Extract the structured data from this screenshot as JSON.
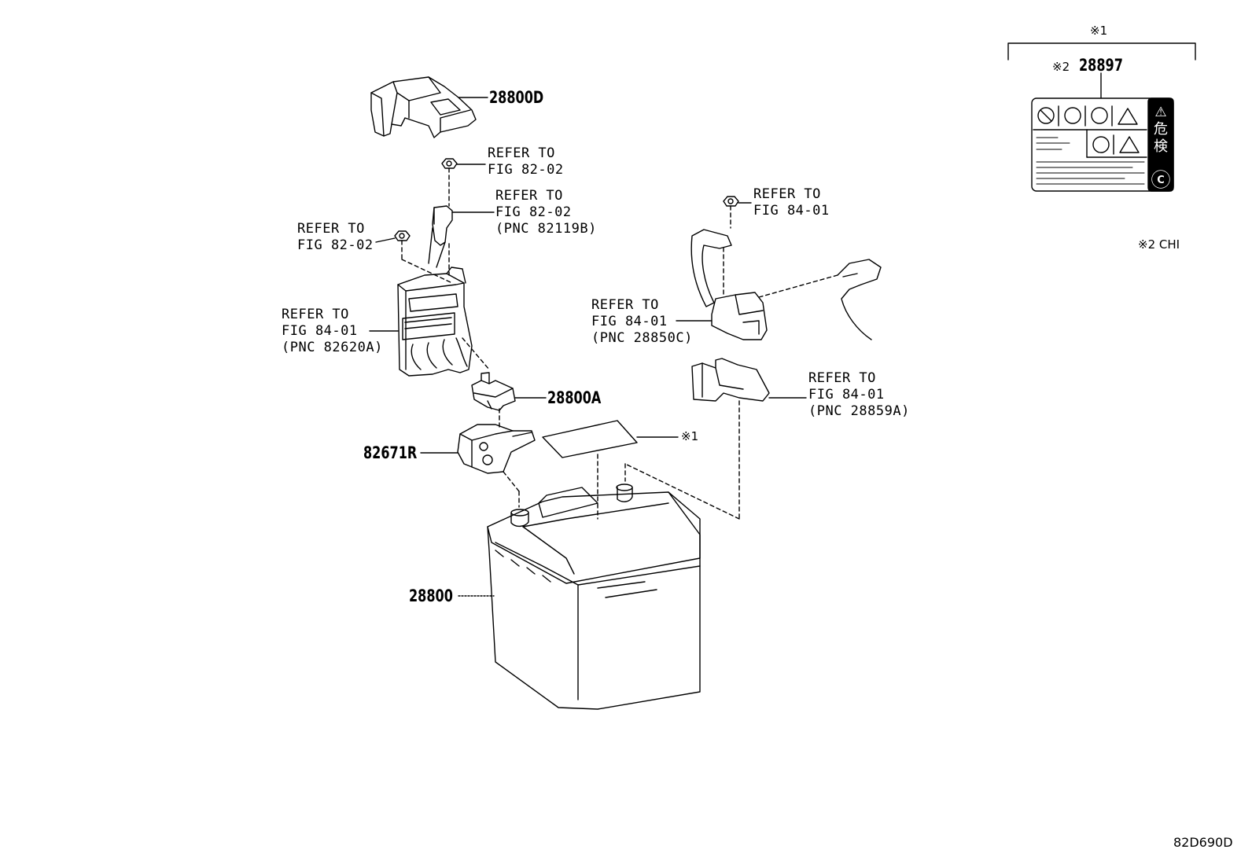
{
  "parts": {
    "p28800D": "28800D",
    "p28800A": "28800A",
    "p82671R": "82671R",
    "p28800": "28800",
    "p28897": "28897"
  },
  "refs": {
    "ref_a": [
      "REFER TO",
      "FIG 82-02"
    ],
    "ref_b": [
      "REFER TO",
      "FIG 82-02",
      "(PNC 82119B)"
    ],
    "ref_c": [
      "REFER TO",
      "FIG 82-02"
    ],
    "ref_d": [
      "REFER TO",
      "FIG 84-01",
      "(PNC 82620A)"
    ],
    "ref_e": [
      "REFER TO",
      "FIG 84-01"
    ],
    "ref_f": [
      "REFER TO",
      "FIG 84-01",
      "(PNC 28850C)"
    ],
    "ref_g": [
      "REFER TO",
      "FIG 84-01",
      "(PNC 28859A)"
    ]
  },
  "notes": {
    "mark1_top": "※1",
    "mark2_prefix": "※2",
    "mark1_sheet": "※1",
    "mark2_chi": "※2 CHI"
  },
  "label_chars": {
    "warn": "⚠",
    "kanji1": "危",
    "kanji2": "検",
    "circle_c": "C"
  },
  "figure_code": "82D690D"
}
